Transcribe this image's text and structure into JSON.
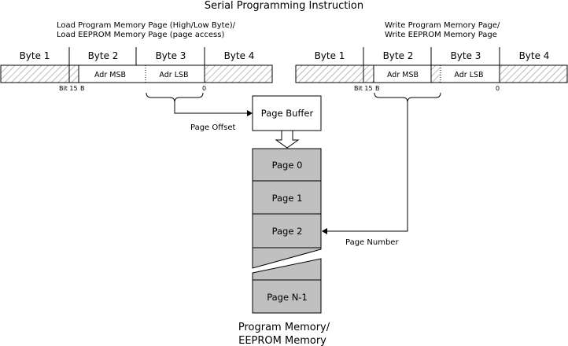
{
  "title": "Serial Programming Instruction",
  "left_group": {
    "caption_line1": "Load Program Memory Page (High/Low Byte)/",
    "caption_line2": "Load EEPROM Memory Page (page access)",
    "bytes": [
      "Byte 1",
      "Byte 2",
      "Byte 3",
      "Byte 4"
    ],
    "adr_msb": "Adr MSB",
    "adr_lsb": "Adr LSB",
    "bit15": "Bit 15",
    "bit_b": "B",
    "bit0": "0"
  },
  "right_group": {
    "caption_line1": "Write Program Memory Page/",
    "caption_line2": "Write EEPROM Memory Page",
    "bytes": [
      "Byte 1",
      "Byte 2",
      "Byte 3",
      "Byte 4"
    ],
    "adr_msb": "Adr MSB",
    "adr_lsb": "Adr LSB",
    "bit15": "Bit 15",
    "bit_b": "B",
    "bit0": "0"
  },
  "page_offset_label": "Page Offset",
  "page_number_label": "Page Number",
  "page_buffer_label": "Page Buffer",
  "memory_pages": [
    "Page 0",
    "Page 1",
    "Page 2",
    "Page N-1"
  ],
  "bottom_label_line1": "Program Memory/",
  "bottom_label_line2": "EEPROM Memory",
  "colors": {
    "page_fill": "#c0c0c0",
    "hatch": "#a0a0a0",
    "line": "#000000",
    "background": "#ffffff"
  }
}
